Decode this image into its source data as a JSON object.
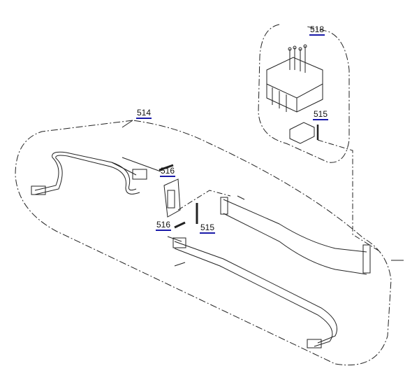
{
  "callouts": {
    "c514": "514",
    "c518": "518",
    "c515_top": "515",
    "c516_top": "516",
    "c516_bottom": "516",
    "c515_bottom": "515"
  },
  "colors": {
    "line": "#222222",
    "underline": "#1a1aa8"
  }
}
